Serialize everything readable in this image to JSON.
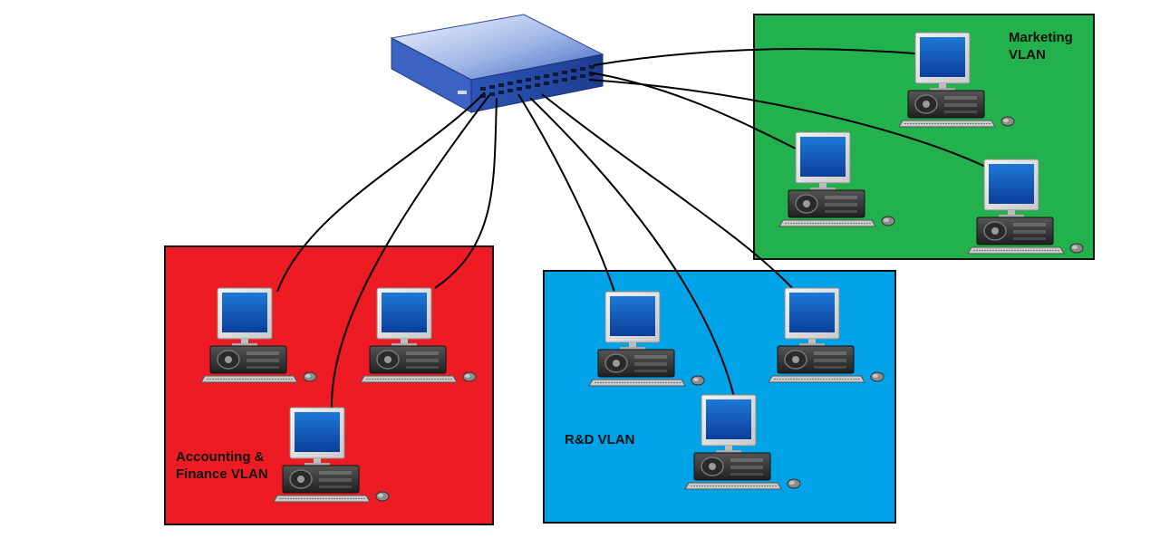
{
  "diagram": {
    "switch": {
      "icon": "network-switch-icon"
    },
    "vlans": [
      {
        "id": "marketing",
        "label": "Marketing\nVLAN",
        "color": "#22b14c",
        "workstations": 3
      },
      {
        "id": "accounting",
        "label": "Accounting &\nFinance VLAN",
        "color": "#ed1c24",
        "workstations": 3
      },
      {
        "id": "rnd",
        "label": "R&D VLAN",
        "color": "#00a2e8",
        "workstations": 3
      }
    ],
    "computer_icon": "desktop-computer-icon",
    "mouse_icon": "mouse-icon",
    "cable_color": "#000000"
  }
}
